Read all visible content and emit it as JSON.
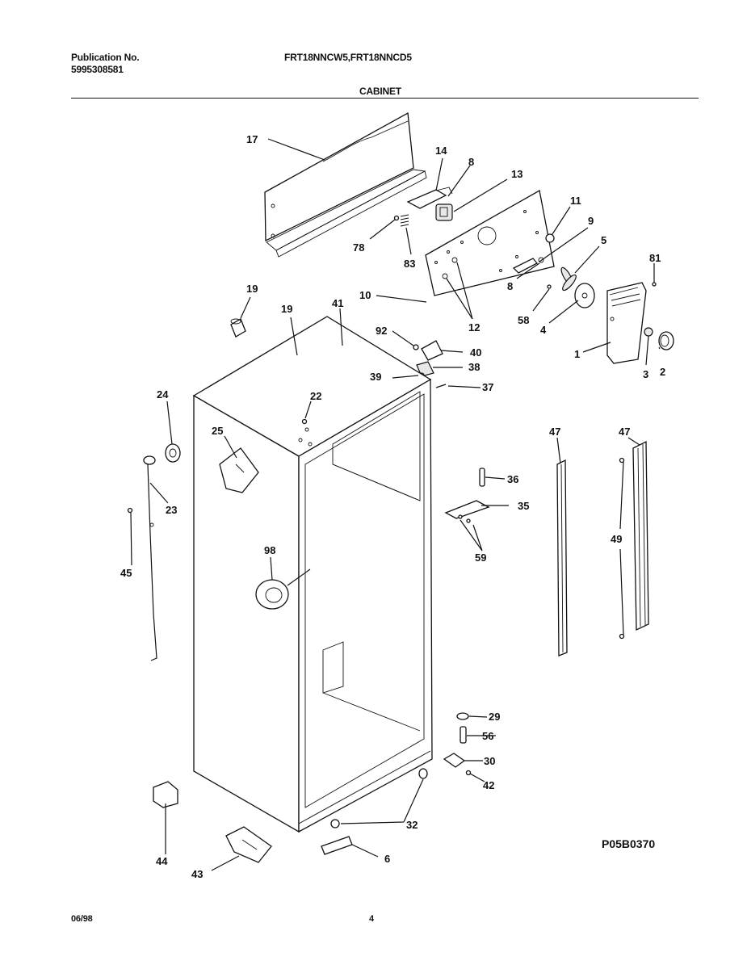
{
  "header": {
    "publication_label": "Publication No.",
    "publication_number": "5995308581",
    "models": "FRT18NNCW5,FRT18NNCD5",
    "section_title": "CABINET"
  },
  "diagram": {
    "code": "P05B0370",
    "callouts": {
      "c17": "17",
      "c14": "14",
      "c8a": "8",
      "c13": "13",
      "c78": "78",
      "c83": "83",
      "c11": "11",
      "c9": "9",
      "c5": "5",
      "c81": "81",
      "c10": "10",
      "c12": "12",
      "c8b": "8",
      "c58": "58",
      "c4": "4",
      "c1": "1",
      "c3": "3",
      "c2": "2",
      "c19a": "19",
      "c19b": "19",
      "c41": "41",
      "c92": "92",
      "c40": "40",
      "c38": "38",
      "c39": "39",
      "c37": "37",
      "c24": "24",
      "c22": "22",
      "c25": "25",
      "c23": "23",
      "c45": "45",
      "c98": "98",
      "c47a": "47",
      "c47b": "47",
      "c36": "36",
      "c35": "35",
      "c59": "59",
      "c49": "49",
      "c29": "29",
      "c56": "56",
      "c30": "30",
      "c42": "42",
      "c32": "32",
      "c44": "44",
      "c43": "43",
      "c6": "6"
    }
  },
  "footer": {
    "date": "06/98",
    "page": "4"
  }
}
